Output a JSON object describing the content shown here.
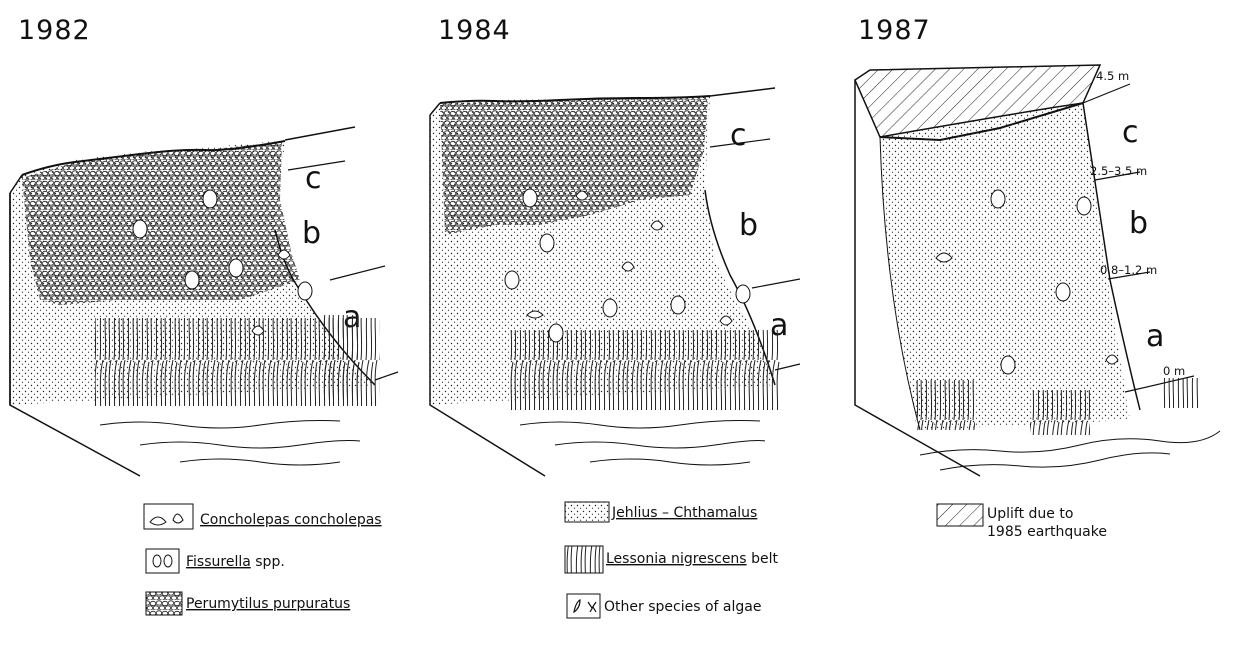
{
  "panels": [
    {
      "year": "1982",
      "zones": [
        "c",
        "b",
        "a"
      ]
    },
    {
      "year": "1984",
      "zones": [
        "c",
        "b",
        "a"
      ]
    },
    {
      "year": "1987",
      "zones": [
        "c",
        "b",
        "a"
      ],
      "depths": [
        "4.5 m",
        "2.5–3.5 m",
        "0.8–1.2 m",
        "0 m"
      ]
    }
  ],
  "legend": [
    {
      "icon": "concholepas-icon",
      "name": "Concholepas concholepas"
    },
    {
      "icon": "fissurella-icon",
      "name": "Fissurella",
      "suffix": "spp."
    },
    {
      "icon": "perumytilus-icon",
      "name": "Perumytilus purpuratus"
    },
    {
      "icon": "barnacle-icon",
      "name": "Jehlius – Chthamalus"
    },
    {
      "icon": "lessonia-icon",
      "name": "Lessonia nigrescens",
      "suffix": "belt"
    },
    {
      "icon": "algae-icon",
      "name": "",
      "suffix": "Other species of algae"
    },
    {
      "icon": "uplift-icon",
      "line1": "Uplift due to",
      "line2": "1985 earthquake"
    }
  ]
}
